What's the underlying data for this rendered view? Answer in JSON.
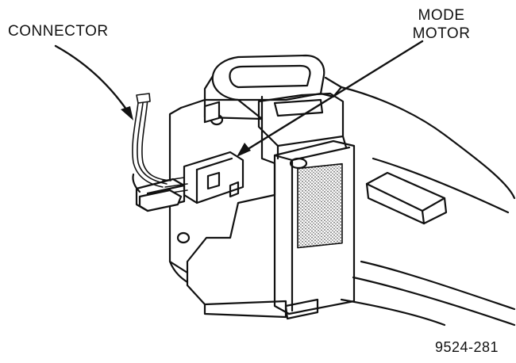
{
  "labels": {
    "connector": "CONNECTOR",
    "mode_line1": "MODE",
    "mode_line2": "MOTOR",
    "figure_number": "9524-281"
  },
  "colors": {
    "ink": "#111111",
    "background": "#ffffff",
    "stipple": "#9a9a9a"
  }
}
